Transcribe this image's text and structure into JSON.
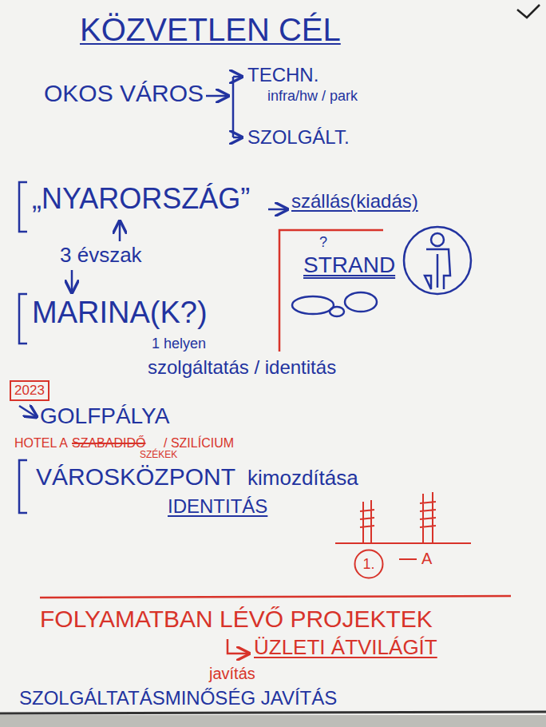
{
  "diagram": {
    "title": "KÖZVETLEN CÉL",
    "nodes": [
      {
        "text": [
          "2023"
        ]
      },
      {
        "text": [
          "1."
        ]
      }
    ],
    "labels": [
      "OKOS VÁROS",
      "TECHN.",
      "infra/hw / park",
      "SZOLGÁLT.",
      "„NYARORSZÁG”",
      "szállás(kiadás)",
      "?",
      "STRAND",
      "3 évszak",
      "MARINA(K?)",
      "1 helyen",
      "szolgáltatás / identitás",
      "GOLFPÁLYA",
      "HOTEL A",
      "SZABADIDŐ",
      "/ SZILÍCIUM",
      "SZÉKEK",
      "VÁROSKÖZPONT",
      "kimozdítása",
      "IDENTITÁS",
      "A",
      "FOLYAMATBAN LÉVŐ PROJEKTEK",
      "ÜZLETI ÁTVILÁGÍT",
      "javítás",
      "SZOLGÁLTATÁSMINŐSÉG JAVÍTÁS"
    ]
  }
}
